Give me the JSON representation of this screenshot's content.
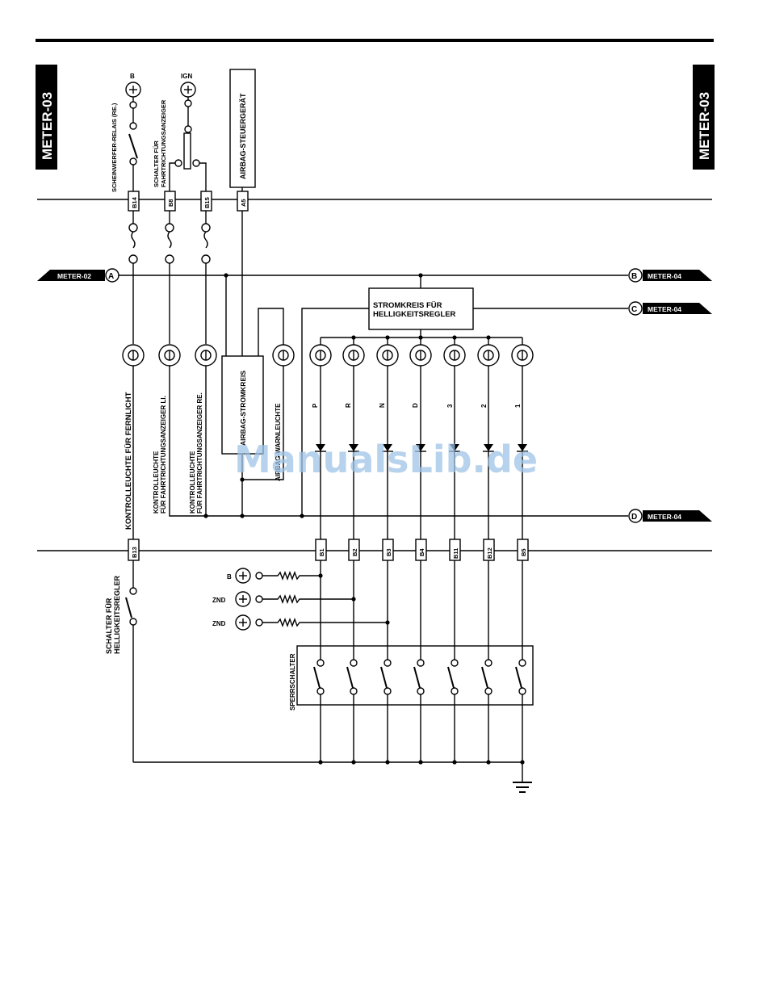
{
  "page": {
    "side_tag_left": "METER-03",
    "side_tag_right": "METER-03",
    "watermark": "ManualsLib.de"
  },
  "offpage": {
    "meter02": "METER-02",
    "meter04_b": "METER-04",
    "meter04_c": "METER-04",
    "meter04_d": "METER-04",
    "A": "A",
    "B": "B",
    "C": "C",
    "D": "D"
  },
  "labels": {
    "b_top": "B",
    "ign_top": "IGN",
    "scheinwerfer_relais": "SCHEINWERFER-RELAIS (RE.)",
    "schalter_fahrt_1": "SCHALTER FÜR",
    "schalter_fahrt_2": "FAHRTRICHTUNGSANZEIGER",
    "airbag_steuergeraet": "AIRBAG-STEUERGERÄT",
    "stromkreis_hell_1": "STROMKREIS FÜR",
    "stromkreis_hell_2": "HELLIGKEITSREGLER",
    "kontroll_fernlicht": "KONTROLLEUCHTE FÜR FERNLICHT",
    "kontroll_li_1": "KONTROLLEUCHTE",
    "kontroll_li_2": "FÜR FAHRTRICHTUNGSANZEIGER LI.",
    "kontroll_re_1": "KONTROLLEUCHTE",
    "kontroll_re_2": "FÜR FAHRTRICHTUNGSANZEIGER RE.",
    "airbag_stromkreis": "AIRBAG-STROMKREIS",
    "airbag_warnleuchte": "AIRBAG-WARNLEUCHTE",
    "schalter_hell_1": "SCHALTER FÜR",
    "schalter_hell_2": "HELLIGKEITSREGLER",
    "sperrschalter": "SPERRSCHALTER",
    "b_res": "B",
    "znd1": "ZND",
    "znd2": "ZND"
  },
  "connectors_top": {
    "b14": "B14",
    "b8": "B8",
    "b15": "B15",
    "a5": "A5"
  },
  "connectors_bottom": {
    "b13": "B13",
    "b1": "B1",
    "b2": "B2",
    "b3": "B3",
    "b4": "B4",
    "b11": "B11",
    "b12": "B12",
    "b5": "B5"
  },
  "gear_positions": [
    "P",
    "R",
    "N",
    "D",
    "3",
    "2",
    "1"
  ]
}
